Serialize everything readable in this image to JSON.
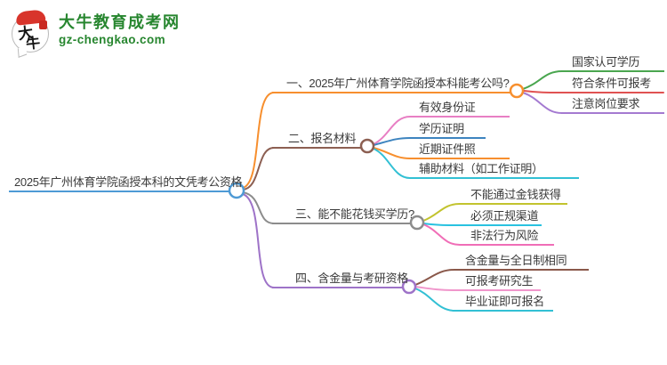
{
  "logo": {
    "title": "大牛教育成考网",
    "domain": "gz-chengkao.com",
    "badge_char_1": "大",
    "badge_char_2": "牛"
  },
  "mindmap": {
    "root": {
      "label": "2025年广州体育学院函授本科的文凭考公资格",
      "color": "#4e9ad5"
    },
    "branches": [
      {
        "label": "一、2025年广州体育学院函授本科能考公吗?",
        "color": "#f78f2e",
        "children": [
          {
            "label": "国家认可学历",
            "color": "#4aa64f"
          },
          {
            "label": "符合条件可报考",
            "color": "#e05252"
          },
          {
            "label": "注意岗位要求",
            "color": "#a47ad1"
          }
        ]
      },
      {
        "label": "二、报名材料",
        "color": "#8c5f52",
        "children": [
          {
            "label": "有效身份证",
            "color": "#e87fc4"
          },
          {
            "label": "学历证明",
            "color": "#3d84bf"
          },
          {
            "label": "近期证件照",
            "color": "#f78f2e"
          },
          {
            "label": "辅助材料（如工作证明）",
            "color": "#32c0d4"
          }
        ]
      },
      {
        "label": "三、能不能花钱买学历?",
        "color": "#8c8c8c",
        "children": [
          {
            "label": "不能通过金钱获得",
            "color": "#c2c32e"
          },
          {
            "label": "必须正规渠道",
            "color": "#29c2e0"
          },
          {
            "label": "非法行为风险",
            "color": "#f06eb7"
          }
        ]
      },
      {
        "label": "四、含金量与考研资格",
        "color": "#9e73c8",
        "children": [
          {
            "label": "含金量与全日制相同",
            "color": "#8a584a"
          },
          {
            "label": "可报考研究生",
            "color": "#f096cb"
          },
          {
            "label": "毕业证即可报名",
            "color": "#32c0d4"
          }
        ]
      }
    ]
  }
}
